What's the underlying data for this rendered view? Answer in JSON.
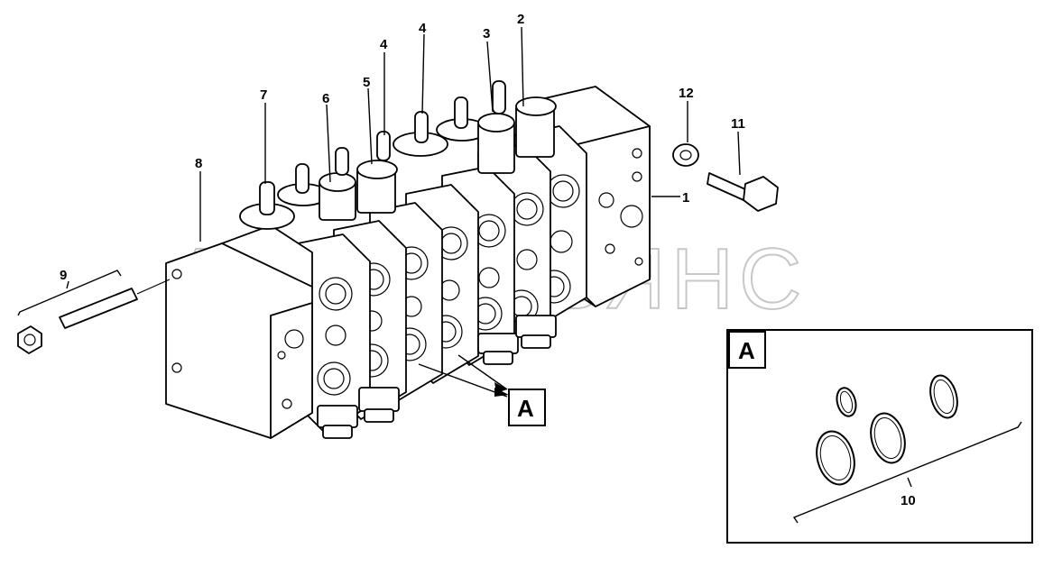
{
  "watermark": "АВТОАЛЬЯНС",
  "callouts": {
    "c1": "1",
    "c2": "2",
    "c3": "3",
    "c4a": "4",
    "c4b": "4",
    "c5": "5",
    "c6": "6",
    "c7": "7",
    "c8": "8",
    "c9": "9",
    "c10": "10",
    "c11": "11",
    "c12": "12"
  },
  "detail_label": "A",
  "detail_box_label": "A"
}
